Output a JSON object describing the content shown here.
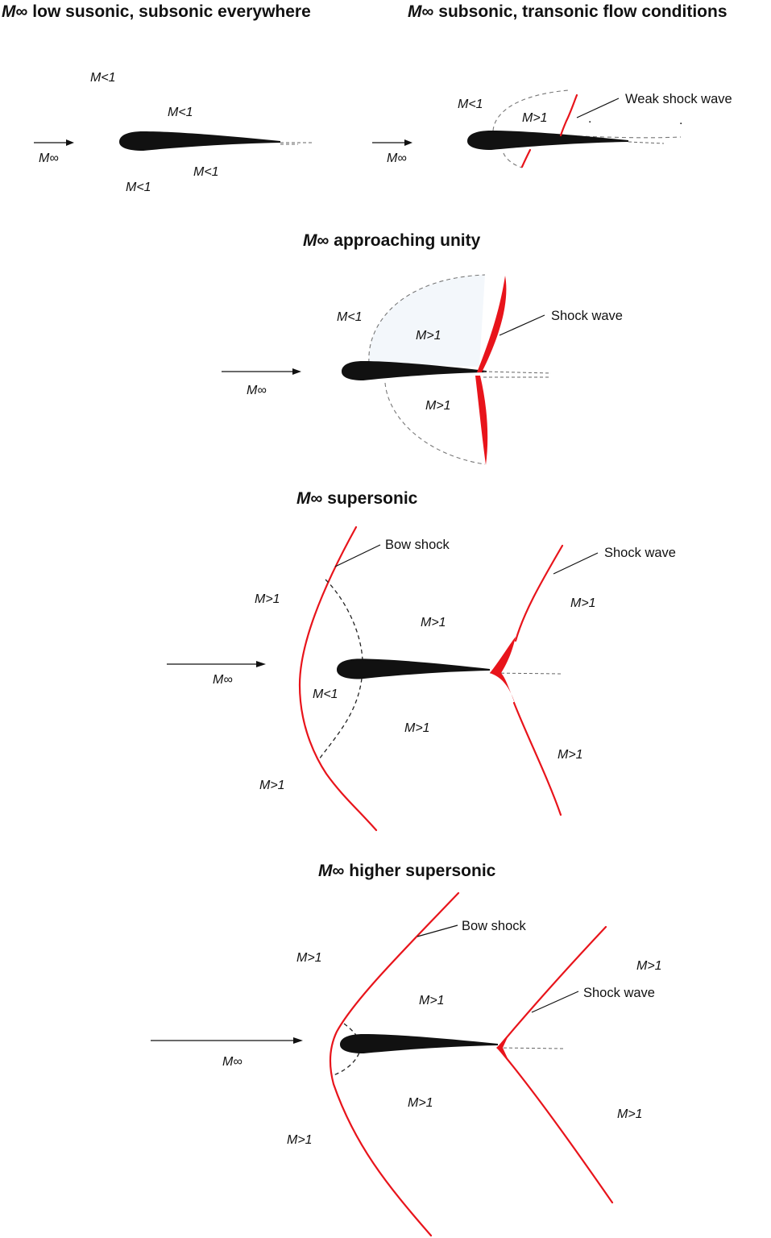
{
  "panels": [
    {
      "title_m": "M",
      "title_rest": "∞ low susonic, subsonic everywhere",
      "free_stream": "M∞",
      "regions": [
        "M<1",
        "M<1",
        "M<1",
        "M<1"
      ]
    },
    {
      "title_m": "M",
      "title_rest": "∞ subsonic, transonic flow conditions",
      "free_stream": "M∞",
      "regions": [
        "M<1",
        "M>1"
      ],
      "labels": [
        "Weak shock wave"
      ]
    },
    {
      "title_m": "M",
      "title_rest": "∞ approaching unity",
      "free_stream": "M∞",
      "regions": [
        "M<1",
        "M>1",
        "M>1"
      ],
      "labels": [
        "Shock wave"
      ]
    },
    {
      "title_m": "M",
      "title_rest": "∞ supersonic",
      "free_stream": "M∞",
      "regions": [
        "M>1",
        "M>1",
        "M>1",
        "M<1",
        "M>1",
        "M>1",
        "M>1"
      ],
      "labels": [
        "Bow shock",
        "Shock wave"
      ]
    },
    {
      "title_m": "M",
      "title_rest": "∞ higher supersonic",
      "free_stream": "M∞",
      "regions": [
        "M>1",
        "M>1",
        "M>1",
        "M>1",
        "M>1",
        "M>1"
      ],
      "labels": [
        "Bow shock",
        "Shock wave"
      ]
    }
  ],
  "colors": {
    "shock": "#e8141b",
    "airfoil": "#111111",
    "background": "#ffffff"
  }
}
